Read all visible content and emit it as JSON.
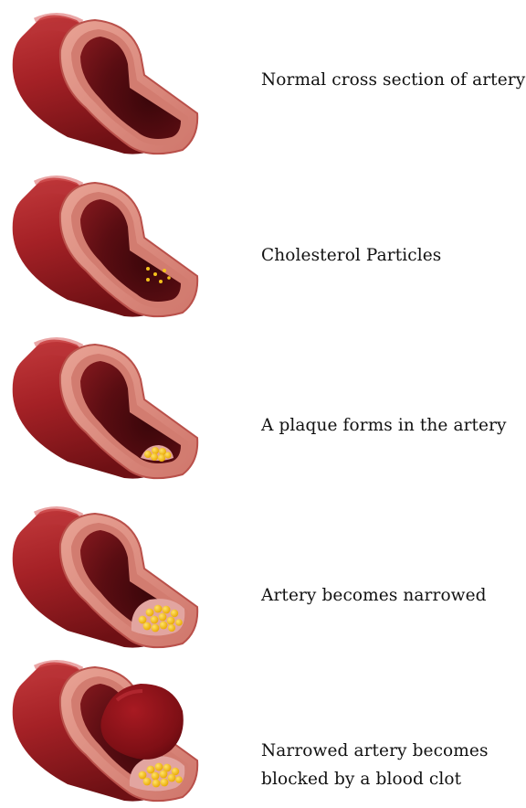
{
  "stages": [
    {
      "caption": "Normal cross section of artery",
      "content": "none"
    },
    {
      "caption": "Cholesterol Particles",
      "content": "particles"
    },
    {
      "caption": "A plaque forms in the artery",
      "content": "plaque-small"
    },
    {
      "caption": "Artery becomes narrowed",
      "content": "plaque-large"
    },
    {
      "caption": "Narrowed artery becomes\nblocked by a blood clot",
      "content": "clot"
    }
  ],
  "colors": {
    "artery_outer": "#a52126",
    "artery_dark": "#6e1014",
    "artery_wall": "#d8887c",
    "artery_wall_edge": "#b9504a",
    "lumen": "#4a0a0f",
    "plaque": "#f4c21c",
    "plaque_base": "#e2a5a0",
    "clot": "#8d1219",
    "text": "#111111"
  }
}
